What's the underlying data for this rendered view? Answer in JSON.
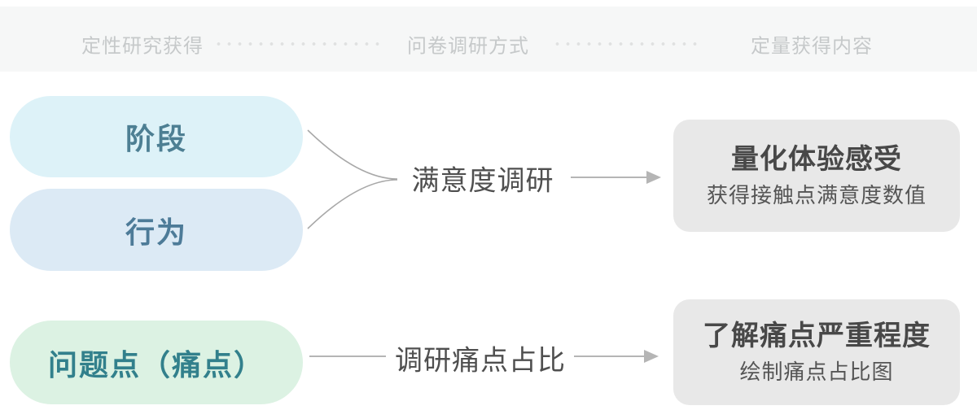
{
  "header": {
    "col_qualitative": "定性研究获得",
    "col_method": "问卷调研方式",
    "col_quantitative": "定量获得内容"
  },
  "pills": [
    {
      "id": "stage",
      "label": "阶段"
    },
    {
      "id": "behavior",
      "label": "行为"
    },
    {
      "id": "pain",
      "label": "问题点（痛点）"
    }
  ],
  "methods": [
    {
      "id": "satisfaction-survey",
      "label": "满意度调研"
    },
    {
      "id": "pain-ratio-survey",
      "label": "调研痛点占比"
    }
  ],
  "outcomes": [
    {
      "id": "quantify-experience",
      "title": "量化体验感受",
      "subtitle": "获得接触点满意度数值"
    },
    {
      "id": "pain-severity",
      "title": "了解痛点严重程度",
      "subtitle": "绘制痛点占比图"
    }
  ],
  "colors": {
    "header_bg": "#f6f7f7",
    "header_text": "#c6c9ca",
    "pill_stage_bg": "#ddf2f8",
    "pill_stage_text": "#4d7f93",
    "pill_behavior_bg": "#dceaf5",
    "pill_behavior_text": "#4d7b98",
    "pill_pain_bg": "#dcf2e3",
    "pill_pain_text": "#32808c",
    "outcome_box_bg": "#e8e8e8",
    "outcome_title_text": "#484848",
    "outcome_subtitle_text": "#555555",
    "method_label_text": "#4f4f4f",
    "connector_line": "#aeaeae",
    "arrowhead": "#b5b5b5"
  }
}
